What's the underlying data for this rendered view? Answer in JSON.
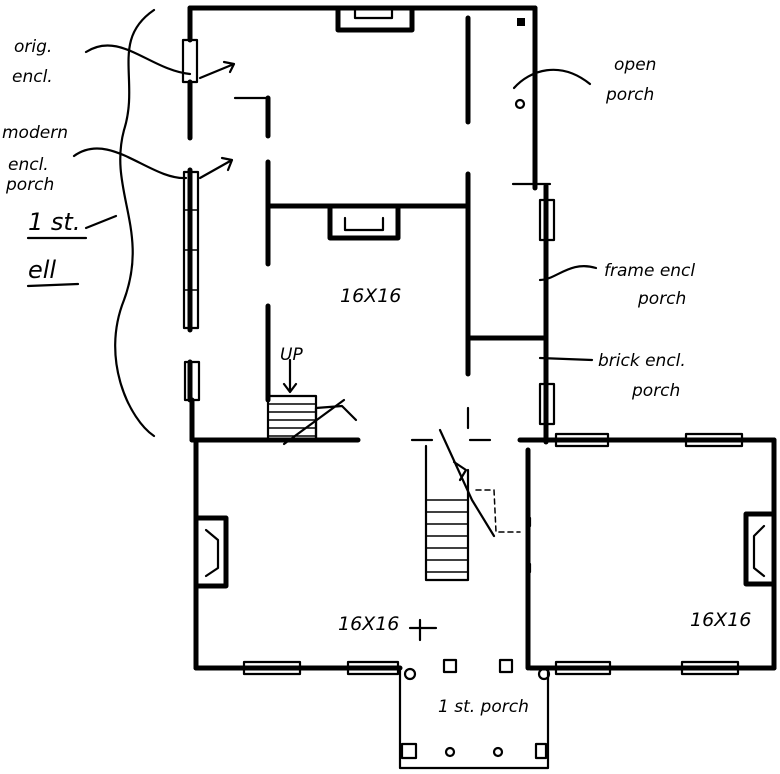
{
  "labels": {
    "orig_encl": [
      "orig.",
      "encl."
    ],
    "modern_encl_porch": [
      "modern",
      "encl.",
      "porch"
    ],
    "first_story_ell": [
      "1 st.",
      "ell"
    ],
    "open_porch": [
      "open",
      "porch"
    ],
    "frame_encl_porch": [
      "frame encl",
      "porch"
    ],
    "brick_encl_porch": [
      "brick encl.",
      "porch"
    ],
    "stair_up": "UP",
    "room_ell": "16X16",
    "room_front_left": "16X16",
    "room_front_right": "16X16",
    "front_porch": "1 st. porch"
  }
}
